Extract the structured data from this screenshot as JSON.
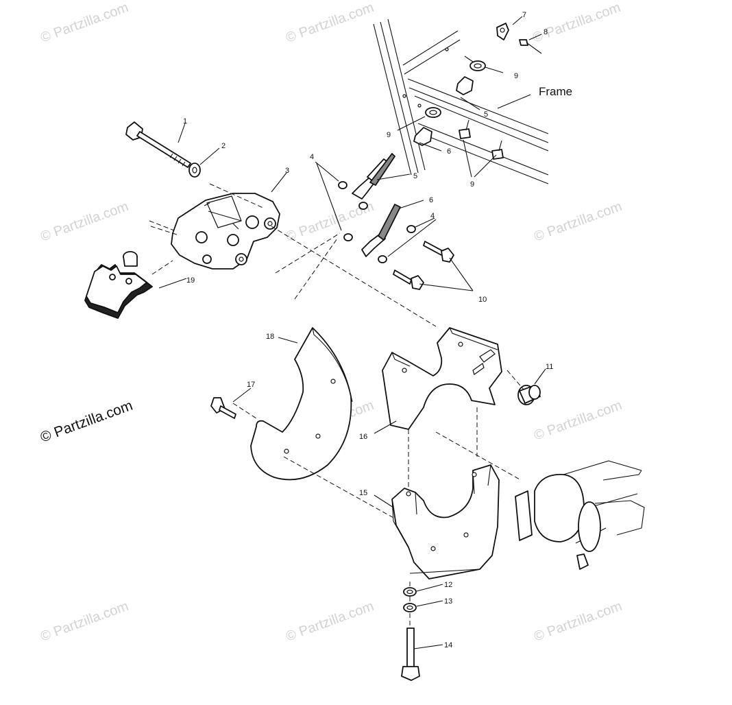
{
  "watermark": "© Partzilla.com",
  "frame_label": "Frame",
  "callouts": [
    "1",
    "2",
    "3",
    "4",
    "4",
    "5",
    "5",
    "6",
    "6",
    "7",
    "8",
    "9",
    "9",
    "9",
    "10",
    "11",
    "12",
    "13",
    "14",
    "15",
    "16",
    "17",
    "18",
    "19"
  ]
}
